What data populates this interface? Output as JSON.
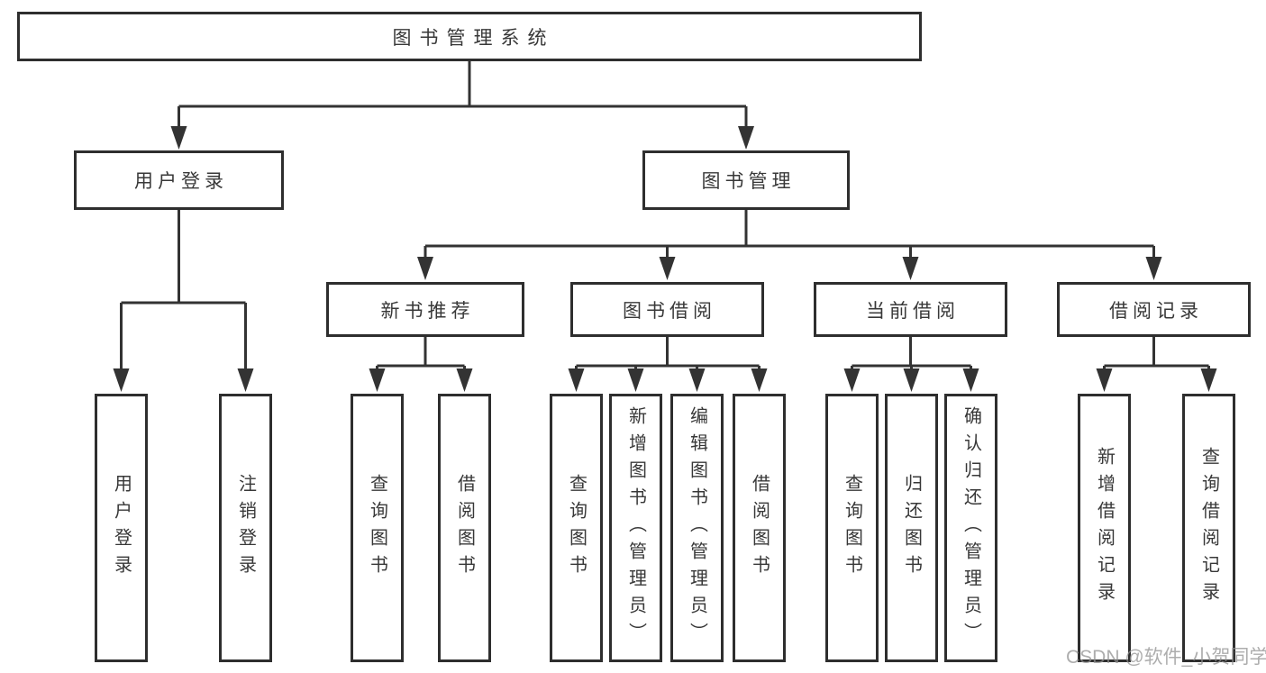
{
  "diagram_type": "hierarchical function structure chart",
  "colors": {
    "background": "#ffffff",
    "box_border": "#2e2e2e",
    "line": "#333333",
    "text": "#383838",
    "watermark": "#919191"
  },
  "root": {
    "label": "图书管理系统"
  },
  "level2": [
    {
      "label": "用户登录"
    },
    {
      "label": "图书管理"
    }
  ],
  "level3": [
    {
      "label": "新书推荐",
      "parent": "图书管理"
    },
    {
      "label": "图书借阅",
      "parent": "图书管理"
    },
    {
      "label": "当前借阅",
      "parent": "图书管理"
    },
    {
      "label": "借阅记录",
      "parent": "图书管理"
    }
  ],
  "leaves": [
    {
      "label": "用户登录",
      "parent": "用户登录"
    },
    {
      "label": "注销登录",
      "parent": "用户登录"
    },
    {
      "label": "查询图书",
      "parent": "新书推荐"
    },
    {
      "label": "借阅图书",
      "parent": "新书推荐"
    },
    {
      "label": "查询图书",
      "parent": "图书借阅"
    },
    {
      "label": "新增图书（管理员）",
      "parent": "图书借阅"
    },
    {
      "label": "编辑图书（管理员）",
      "parent": "图书借阅"
    },
    {
      "label": "借阅图书",
      "parent": "图书借阅"
    },
    {
      "label": "查询图书",
      "parent": "当前借阅"
    },
    {
      "label": "归还图书",
      "parent": "当前借阅"
    },
    {
      "label": "确认归还（管理员）",
      "parent": "当前借阅"
    },
    {
      "label": "新增借阅记录",
      "parent": "借阅记录"
    },
    {
      "label": "查询借阅记录",
      "parent": "借阅记录"
    }
  ],
  "watermark": {
    "text": "CSDN @软件_小贺同学"
  }
}
